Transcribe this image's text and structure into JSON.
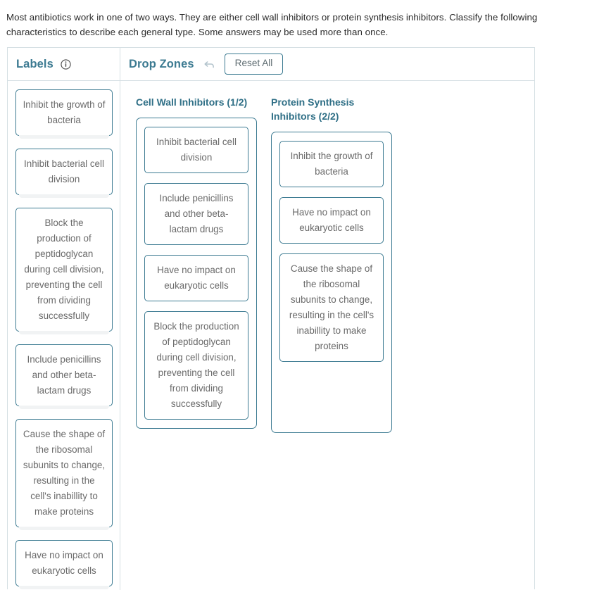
{
  "prompt": {
    "text": "Most antibiotics work in one of two ways. They are either cell wall inhibitors or protein synthesis inhibitors. Classify the following characteristics to describe each general type. Some answers may be used more than once."
  },
  "header": {
    "labels_title": "Labels",
    "info_icon": "info-circle-icon",
    "drop_zones_title": "Drop Zones",
    "undo_icon": "undo-arrow-icon",
    "reset_label": "Reset All"
  },
  "labels": {
    "items": [
      {
        "text": "Inhibit the growth of bacteria"
      },
      {
        "text": "Inhibit bacterial cell division"
      },
      {
        "text": "Block the production of peptidoglycan during cell division, preventing the cell from dividing successfully"
      },
      {
        "text": "Include penicillins and other beta-lactam drugs"
      },
      {
        "text": "Cause the shape of the ribosomal subunits to change, resulting in the cell's inabillity to make proteins"
      },
      {
        "text": "Have no impact on eukaryotic cells"
      }
    ]
  },
  "drop_zones": [
    {
      "title": "Cell Wall Inhibitors (1/2)",
      "counter": "1/2",
      "items": [
        {
          "text": "Inhibit bacterial cell division"
        },
        {
          "text": "Include penicillins and other beta-lactam drugs"
        },
        {
          "text": "Have no impact on eukaryotic cells"
        },
        {
          "text": "Block the production of peptidoglycan during cell division, preventing the cell from dividing successfully"
        }
      ]
    },
    {
      "title": "Protein Synthesis Inhibitors (2/2)",
      "counter": "2/2",
      "items": [
        {
          "text": "Inhibit the growth of bacteria"
        },
        {
          "text": "Have no impact on eukaryotic cells"
        },
        {
          "text": "Cause the shape of the ribosomal subunits to change, resulting in the cell's inabillity to make proteins"
        }
      ]
    }
  ],
  "colors": {
    "accent": "#3d7b92",
    "heading": "#2f6f86",
    "chip_text": "#6a6a6a",
    "panel_border": "#d5dfe3",
    "prompt_text": "#2b2b2b"
  }
}
